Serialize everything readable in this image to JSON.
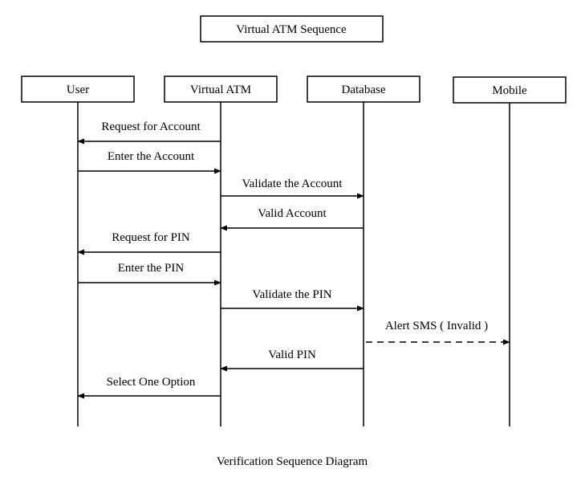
{
  "title": "Virtual ATM Sequence",
  "caption": "Verification Sequence Diagram",
  "actors": [
    {
      "id": "user",
      "label": "User"
    },
    {
      "id": "atm",
      "label": "Virtual ATM"
    },
    {
      "id": "db",
      "label": "Database"
    },
    {
      "id": "mobile",
      "label": "Mobile"
    }
  ],
  "messages": [
    {
      "from": "atm",
      "to": "user",
      "label": "Request for Account",
      "style": "solid"
    },
    {
      "from": "user",
      "to": "atm",
      "label": "Enter the Account",
      "style": "solid"
    },
    {
      "from": "atm",
      "to": "db",
      "label": "Validate the Account",
      "style": "solid"
    },
    {
      "from": "db",
      "to": "atm",
      "label": "Valid Account",
      "style": "solid"
    },
    {
      "from": "atm",
      "to": "user",
      "label": "Request for PIN",
      "style": "solid"
    },
    {
      "from": "user",
      "to": "atm",
      "label": "Enter the PIN",
      "style": "solid"
    },
    {
      "from": "atm",
      "to": "db",
      "label": "Validate the PIN",
      "style": "solid"
    },
    {
      "from": "db",
      "to": "mobile",
      "label": "Alert SMS ( Invalid )",
      "style": "dashed"
    },
    {
      "from": "db",
      "to": "atm",
      "label": "Valid PIN",
      "style": "solid"
    },
    {
      "from": "atm",
      "to": "user",
      "label": "Select One Option",
      "style": "solid"
    }
  ]
}
